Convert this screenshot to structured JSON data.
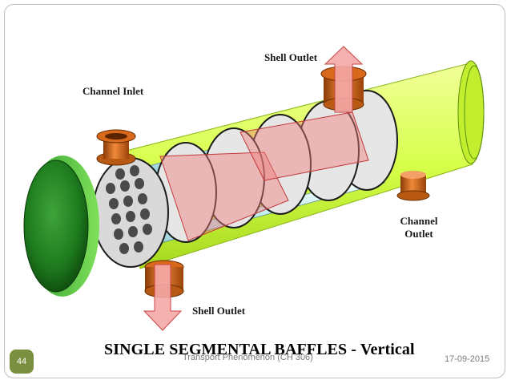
{
  "labels": {
    "shell_outlet_top": "Shell Outlet",
    "channel_inlet": "Channel Inlet",
    "channel_outlet_line1": "Channel",
    "channel_outlet_line2": "Outlet",
    "shell_outlet_bottom": "Shell Outlet"
  },
  "slide": {
    "title": "SINGLE SEGMENTAL BAFFLES - Vertical",
    "footer": "Transport Phenomenon (CH 306)",
    "date": "17-09-2015",
    "page_number": "44"
  },
  "colors": {
    "shell": "#d6ff4a",
    "channel_head": "#1f8a1f",
    "nozzle": "#d9691a",
    "baffle": "#e3e3e3",
    "tube": "#bfe8ee",
    "flow_arrow": "#f4a7a7"
  }
}
